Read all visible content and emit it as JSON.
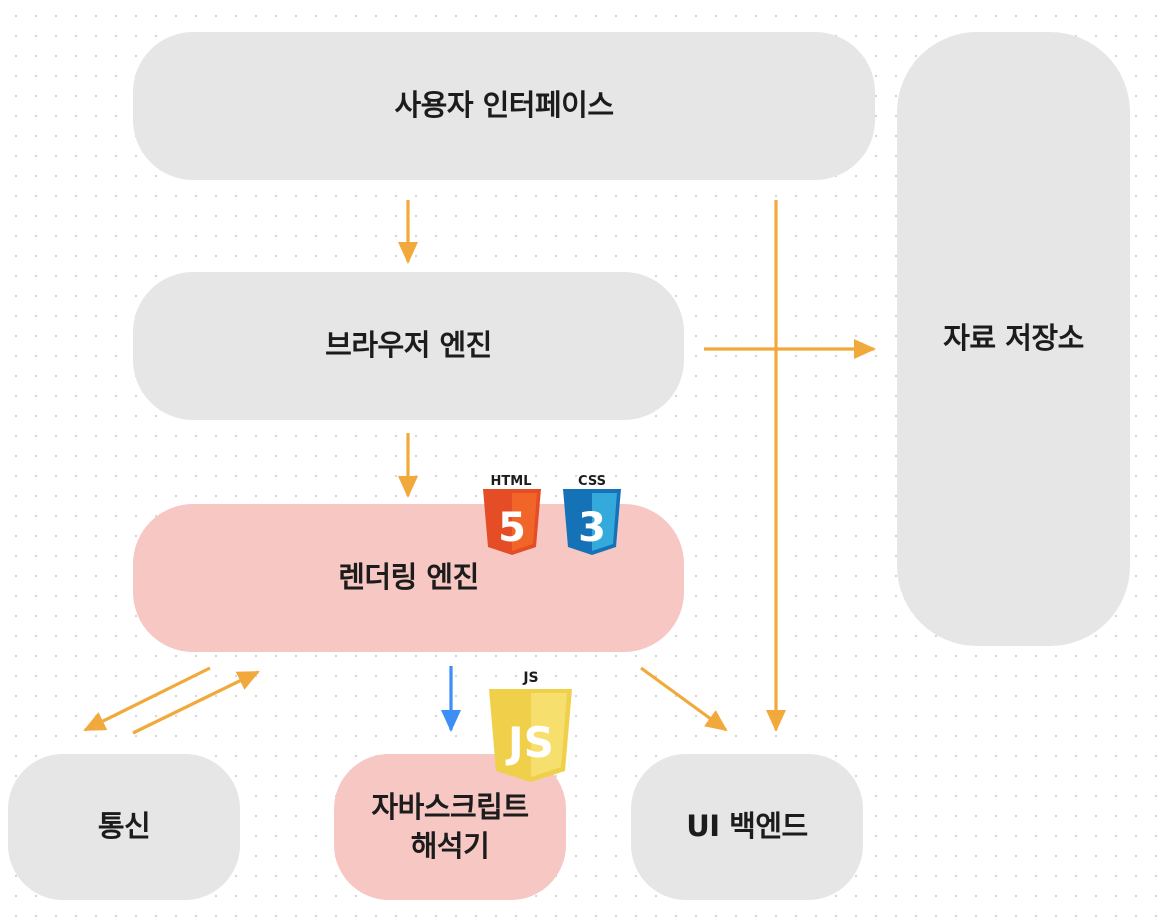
{
  "nodes": {
    "ui": {
      "label": "사용자 인터페이스",
      "color": "#e6e6e6"
    },
    "browser_engine": {
      "label": "브라우저 엔진",
      "color": "#e6e6e6"
    },
    "rendering_engine": {
      "label": "렌더링 엔진",
      "color": "#f6c7c3"
    },
    "data_storage": {
      "label": "자료 저장소",
      "color": "#e6e6e6"
    },
    "networking": {
      "label": "통신",
      "color": "#e6e6e6"
    },
    "js_interpreter": {
      "label": "자바스크립트\n해석기",
      "color": "#f6c7c3"
    },
    "ui_backend": {
      "label": "UI 백엔드",
      "color": "#e6e6e6"
    }
  },
  "badges": {
    "html": {
      "caption": "HTML",
      "glyph": "5",
      "color": "#e44d26",
      "icon": "html5-icon"
    },
    "css": {
      "caption": "CSS",
      "glyph": "3",
      "color": "#1572b6",
      "icon": "css3-icon"
    },
    "js": {
      "caption": "JS",
      "glyph": "JS",
      "color": "#f0d04a",
      "icon": "javascript-icon"
    }
  },
  "colors": {
    "arrow": "#f2a93b",
    "arrow_js": "#3d8ef5"
  }
}
